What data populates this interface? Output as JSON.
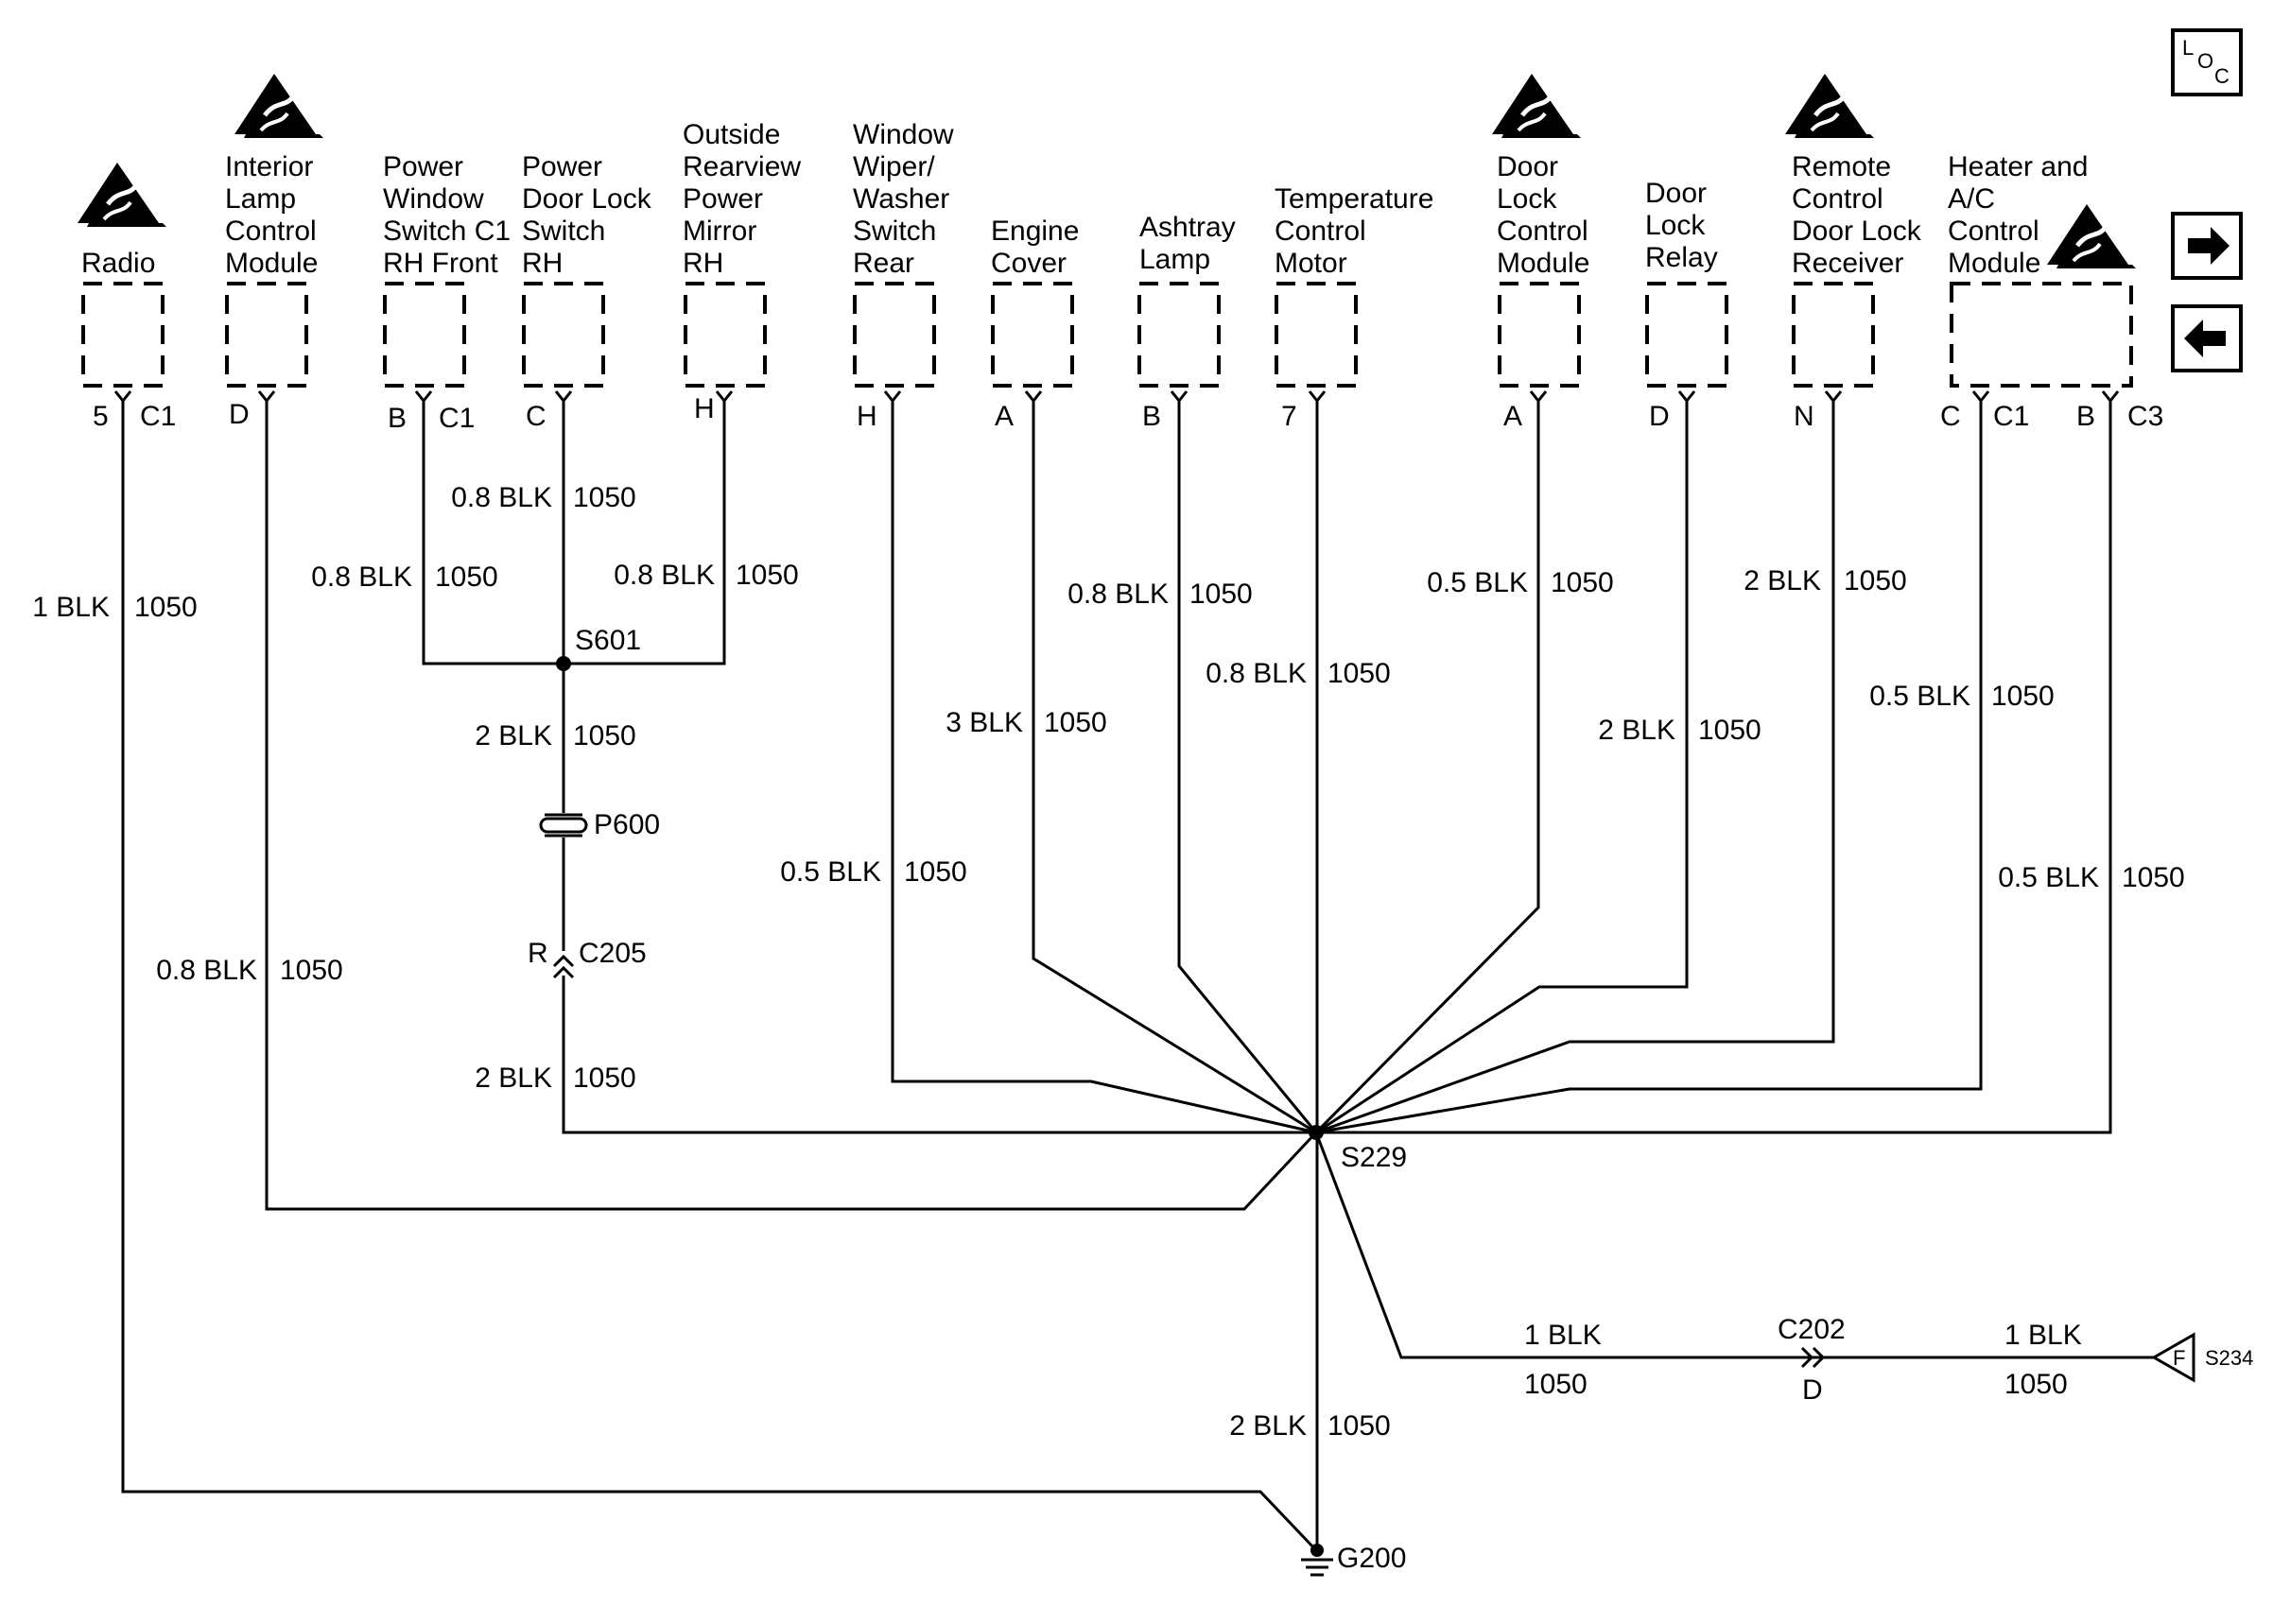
{
  "components": [
    {
      "id": "radio",
      "lines": [
        "Radio"
      ],
      "pin": "5",
      "conn": "C1",
      "esd": true
    },
    {
      "id": "interior",
      "lines": [
        "Interior",
        "Lamp",
        "Control",
        "Module"
      ],
      "pin": "D",
      "conn": "",
      "esd": true
    },
    {
      "id": "pws",
      "lines": [
        "Power",
        "Window",
        "Switch C1",
        "RH Front"
      ],
      "pin": "B",
      "conn": "C1",
      "esd": false
    },
    {
      "id": "pdl",
      "lines": [
        "Power",
        "Door Lock",
        "Switch",
        "RH"
      ],
      "pin": "C",
      "conn": "",
      "esd": false
    },
    {
      "id": "mirror",
      "lines": [
        "Outside",
        "Rearview",
        "Power",
        "Mirror",
        "RH"
      ],
      "pin": "H",
      "conn": "",
      "esd": false
    },
    {
      "id": "wiper",
      "lines": [
        "Window",
        "Wiper/",
        "Washer",
        "Switch",
        "Rear"
      ],
      "pin": "H",
      "conn": "",
      "esd": false
    },
    {
      "id": "engine",
      "lines": [
        "Engine",
        "Cover"
      ],
      "pin": "A",
      "conn": "",
      "esd": false
    },
    {
      "id": "ashtray",
      "lines": [
        "Ashtray",
        "Lamp"
      ],
      "pin": "B",
      "conn": "",
      "esd": false
    },
    {
      "id": "temp",
      "lines": [
        "Temperature",
        "Control",
        "Motor"
      ],
      "pin": "7",
      "conn": "",
      "esd": false
    },
    {
      "id": "dlcm",
      "lines": [
        "Door",
        "Lock",
        "Control",
        "Module"
      ],
      "pin": "A",
      "conn": "",
      "esd": true
    },
    {
      "id": "relay",
      "lines": [
        "Door",
        "Lock",
        "Relay"
      ],
      "pin": "D",
      "conn": "",
      "esd": false
    },
    {
      "id": "remote",
      "lines": [
        "Remote",
        "Control",
        "Door Lock",
        "Receiver"
      ],
      "pin": "N",
      "conn": "",
      "esd": true
    },
    {
      "id": "hvac",
      "lines": [
        "Heater and",
        "A/C",
        "Control",
        "Module"
      ],
      "pin": "C",
      "conn": "C1",
      "pin2": "B",
      "conn2": "C3",
      "esd": true
    }
  ],
  "wire_labels": [
    {
      "id": "w-radio",
      "gauge": "1 BLK",
      "circuit": "1050"
    },
    {
      "id": "w-interior",
      "gauge": "0.8 BLK",
      "circuit": "1050"
    },
    {
      "id": "w-pws",
      "gauge": "0.8 BLK",
      "circuit": "1050"
    },
    {
      "id": "w-pdl",
      "gauge": "0.8 BLK",
      "circuit": "1050"
    },
    {
      "id": "w-mirror",
      "gauge": "0.8 BLK",
      "circuit": "1050"
    },
    {
      "id": "w-s601",
      "gauge": "2 BLK",
      "circuit": "1050"
    },
    {
      "id": "w-c205",
      "gauge": "2 BLK",
      "circuit": "1050"
    },
    {
      "id": "w-wiper",
      "gauge": "0.5 BLK",
      "circuit": "1050"
    },
    {
      "id": "w-engine",
      "gauge": "3 BLK",
      "circuit": "1050"
    },
    {
      "id": "w-ashtray",
      "gauge": "0.8 BLK",
      "circuit": "1050"
    },
    {
      "id": "w-temp",
      "gauge": "0.8 BLK",
      "circuit": "1050"
    },
    {
      "id": "w-dlcm",
      "gauge": "0.5 BLK",
      "circuit": "1050"
    },
    {
      "id": "w-relay",
      "gauge": "2 BLK",
      "circuit": "1050"
    },
    {
      "id": "w-remote",
      "gauge": "2 BLK",
      "circuit": "1050"
    },
    {
      "id": "w-hvac-c1",
      "gauge": "0.5 BLK",
      "circuit": "1050"
    },
    {
      "id": "w-hvac-c3",
      "gauge": "0.5 BLK",
      "circuit": "1050"
    },
    {
      "id": "w-ground",
      "gauge": "2 BLK",
      "circuit": "1050"
    },
    {
      "id": "w-s234-a",
      "gauge": "1 BLK",
      "circuit": "1050"
    },
    {
      "id": "w-s234-b",
      "gauge": "1 BLK",
      "circuit": "1050"
    }
  ],
  "splices": {
    "s601": "S601",
    "s229": "S229"
  },
  "connectors": {
    "p600": "P600",
    "c205": "C205",
    "c205_pin": "R",
    "c202": "C202",
    "c202_pin": "D",
    "s234": "S234",
    "s234_pin": "F"
  },
  "ground": "G200",
  "nav": {
    "loc_main": "L",
    "loc_sub1": "O",
    "loc_sub2": "C"
  }
}
